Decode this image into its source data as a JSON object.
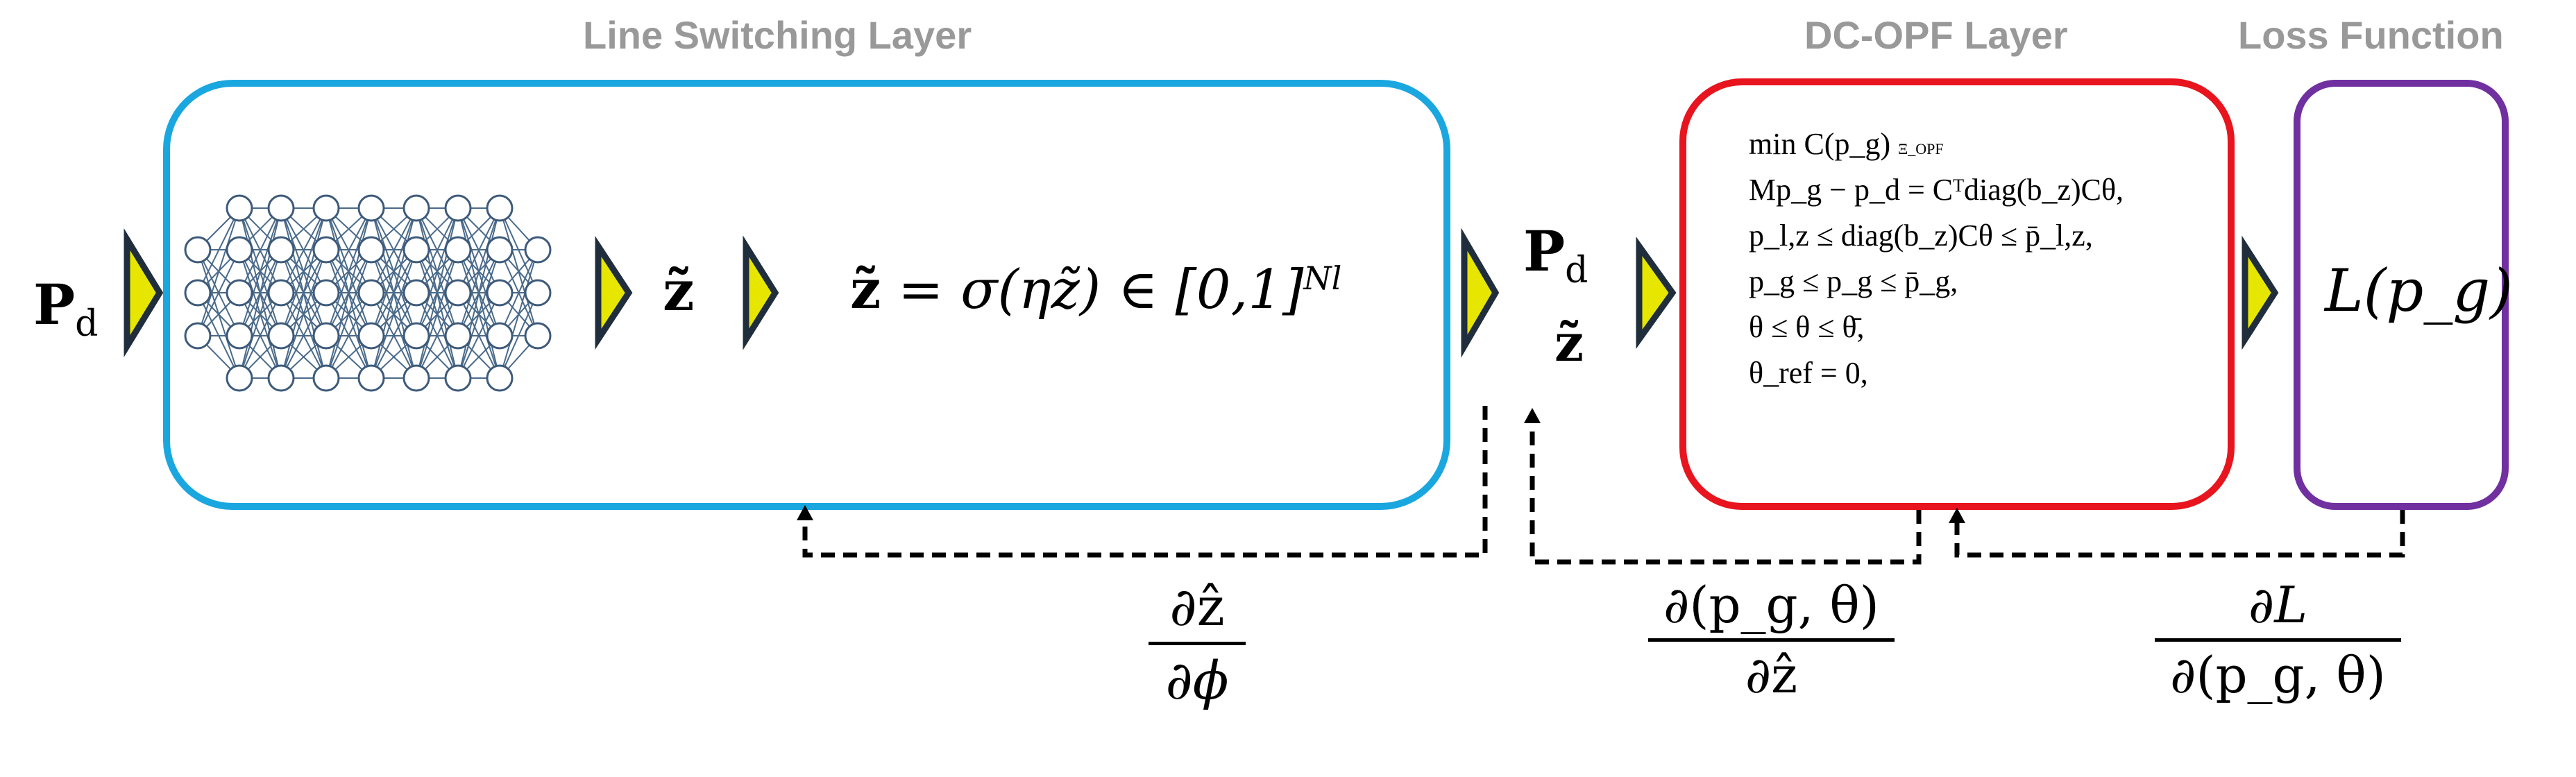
{
  "headers": {
    "line_switching": "Line Switching Layer",
    "dc_opf": "DC-OPF Layer",
    "loss": "Loss Function"
  },
  "input": {
    "P": "P",
    "sub": "d"
  },
  "z_tilde": "z̃",
  "switching_eq": {
    "lhs": "z̃",
    "eq": "= σ(ηz̃) ∈ [0,1]",
    "sup": "Nl"
  },
  "opf_inputs": {
    "P": "P",
    "sub": "d",
    "z": "z̃"
  },
  "opf": {
    "objective": "min C(p_g)",
    "objective_sub": "Ξ_OPF",
    "c1": "Mp_g − p_d = Cᵀdiag(b_z)Cθ,",
    "c2": "p_l,z ≤ diag(b_z)Cθ ≤ p̄_l,z,",
    "c3": "p_g ≤ p_g ≤ p̄_g,",
    "c4": "θ ≤ θ ≤ θ̄,",
    "c5": "θ_ref = 0,"
  },
  "loss_expr": "L(p_g)",
  "gradients": {
    "g1": {
      "num": "∂ẑ",
      "den": "∂ϕ"
    },
    "g2": {
      "num": "∂(p_g, θ)",
      "den": "∂ẑ"
    },
    "g3": {
      "num": "∂L",
      "den": "∂(p_g, θ)"
    }
  },
  "colors": {
    "line_switching_box": "#1aa7e0",
    "dc_opf_box": "#e8141e",
    "loss_box": "#7030a0",
    "arrow_fill": "#e6e600",
    "arrow_border": "#1f2d3d",
    "header_text": "#999999"
  },
  "icons": [
    "neural-network-icon",
    "arrow-right-icon"
  ]
}
